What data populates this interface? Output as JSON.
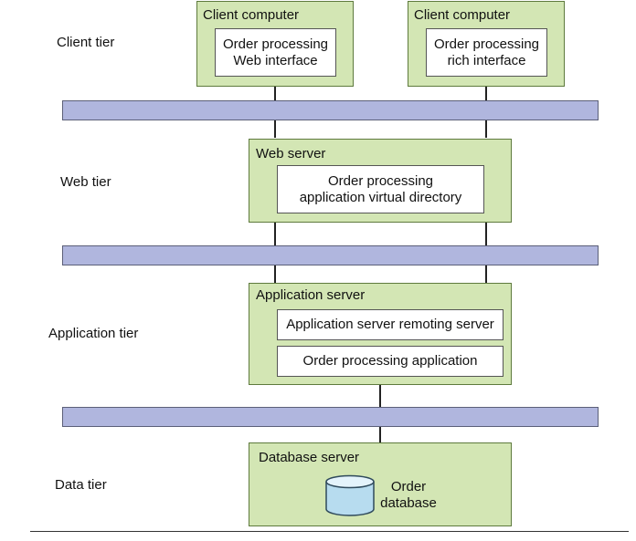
{
  "tiers": {
    "client": "Client tier",
    "web": "Web tier",
    "application": "Application tier",
    "data": "Data tier"
  },
  "client_left": {
    "title": "Client computer",
    "inner_line1": "Order processing",
    "inner_line2": "Web interface"
  },
  "client_right": {
    "title": "Client computer",
    "inner_line1": "Order processing",
    "inner_line2": "rich interface"
  },
  "web_server": {
    "title": "Web server",
    "inner_line1": "Order processing",
    "inner_line2": "application virtual directory"
  },
  "app_server": {
    "title": "Application server",
    "remoting": "Application server remoting server",
    "app": "Order processing application"
  },
  "db_server": {
    "title": "Database server",
    "db_line1": "Order",
    "db_line2": "database"
  },
  "colors": {
    "server_fill": "#d3e6b4",
    "server_border": "#5e7a3d",
    "bus_fill": "#b0b6de",
    "db_cylinder": "#b7dcef"
  }
}
